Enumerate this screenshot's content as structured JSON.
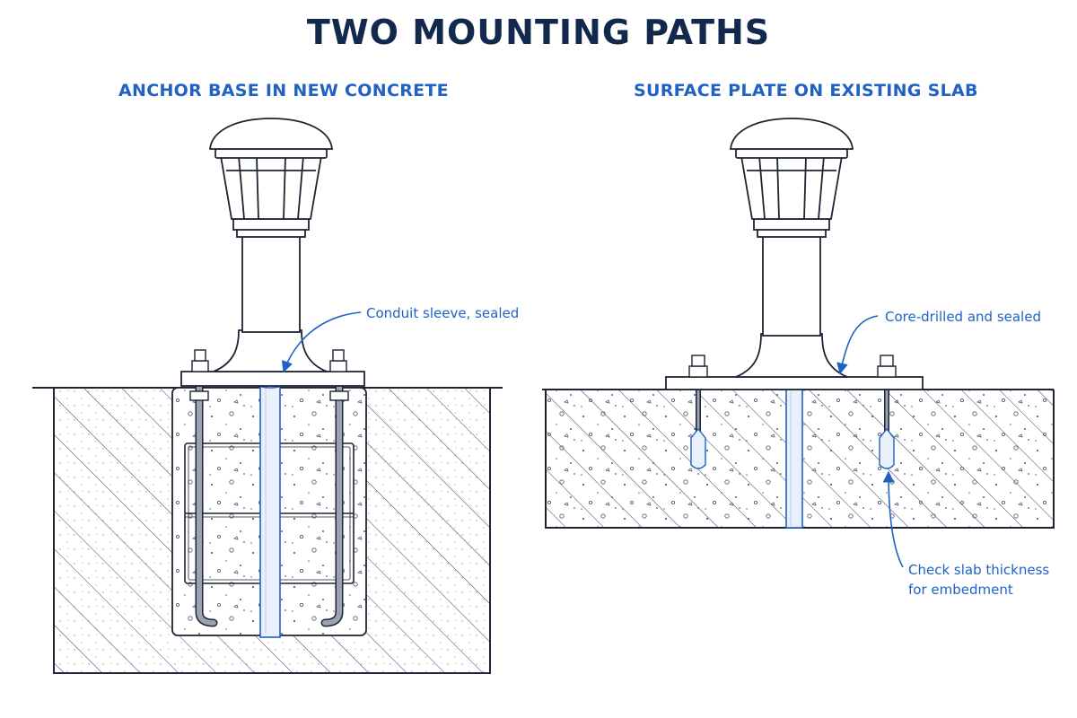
{
  "title": "TWO MOUNTING PATHS",
  "panels": {
    "left": {
      "heading": "ANCHOR BASE IN NEW CONCRETE",
      "callout": "Conduit sleeve, sealed"
    },
    "right": {
      "heading": "SURFACE PLATE ON EXISTING SLAB",
      "callout_top": "Core-drilled and sealed",
      "callout_bottom_line1": "Check slab thickness",
      "callout_bottom_line2": "for embedment"
    }
  },
  "colors": {
    "title": "#12284d",
    "accent": "#1f62c4",
    "ink": "#1d2433",
    "rebar": "#9aa3b3"
  },
  "icons": [
    "post-lantern-icon",
    "anchor-bolt-icon",
    "wedge-anchor-icon",
    "rebar-cage-icon",
    "conduit-icon",
    "leader-arrow-icon"
  ]
}
